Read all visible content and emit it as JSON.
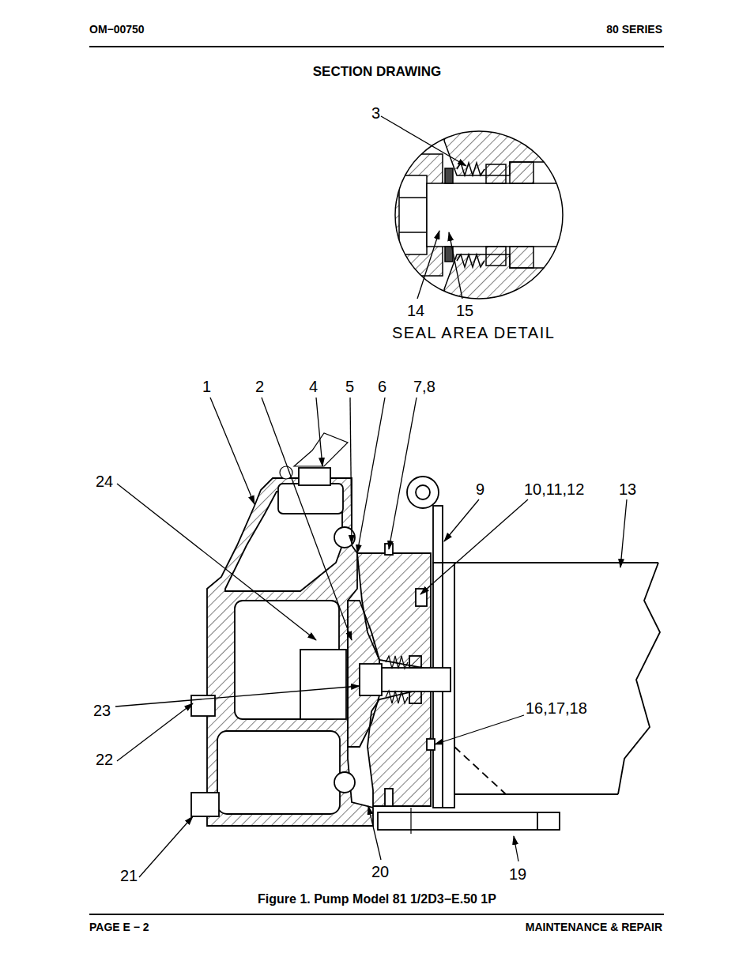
{
  "diagram": {
    "title": "SECTION DRAWING",
    "caption": "Figure 1. Pump Model 81 1/2D3−E.50 1P",
    "labels": [
      "OM−00750",
      "80 SERIES",
      "3",
      "14",
      "15",
      "SEAL AREA DETAIL",
      "1",
      "2",
      "4",
      "5",
      "6",
      "7,8",
      "24",
      "9",
      "10,11,12",
      "13",
      "16,17,18",
      "23",
      "22",
      "21",
      "20",
      "19",
      "PAGE E − 2",
      "MAINTENANCE & REPAIR"
    ]
  }
}
